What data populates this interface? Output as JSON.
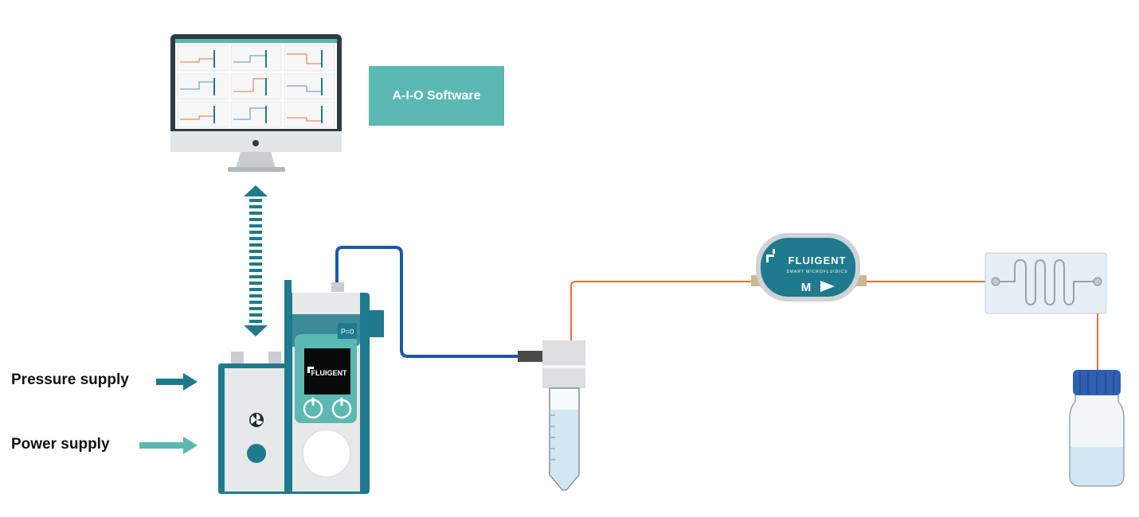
{
  "labels": {
    "software": "A-I-O Software",
    "pressure_supply": "Pressure supply",
    "power_supply": "Power supply"
  },
  "controller": {
    "screen_logo": "FLUIGENT",
    "pressure_button": "P=0"
  },
  "flow_sensor": {
    "brand": "FLUIGENT",
    "tagline": "SMART MICROFLUIDICS",
    "model": "M"
  },
  "colors": {
    "teal_dark": "#1e7a8c",
    "teal_light": "#5bb8b2",
    "blue_tube": "#1a5aa8",
    "orange_tube": "#e8703a",
    "device_grey": "#e6e8ea",
    "cap_blue": "#2f5fb0"
  }
}
